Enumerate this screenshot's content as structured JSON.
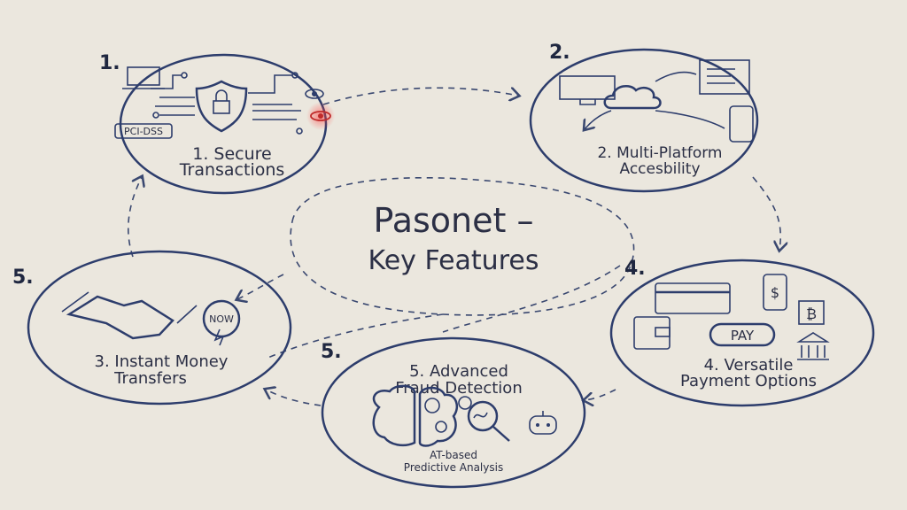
{
  "title": {
    "line1": "Pasonet –",
    "line2": "Key Features"
  },
  "features": [
    {
      "number": "1.",
      "line1": "1. Secure",
      "line2": "Transactions",
      "badge": "PCI-DSS"
    },
    {
      "number": "2.",
      "line1": "2. Multi-Platform",
      "line2": "Accesbility"
    },
    {
      "number": "5.",
      "line1": "3. Instant Money",
      "line2": "Transfers",
      "badge": "NOW"
    },
    {
      "number": "4.",
      "line1": "4. Versatile",
      "line2": "Payment Options",
      "badge": "PAY"
    },
    {
      "number": "5.",
      "line1": "5. Advanced",
      "line2": "Fraud Detection",
      "sub1": "AT-based",
      "sub2": "Predictive Analysis"
    }
  ],
  "colors": {
    "ink": "#2d3d6c",
    "background": "#ebe7de",
    "alert": "#d9302c"
  }
}
